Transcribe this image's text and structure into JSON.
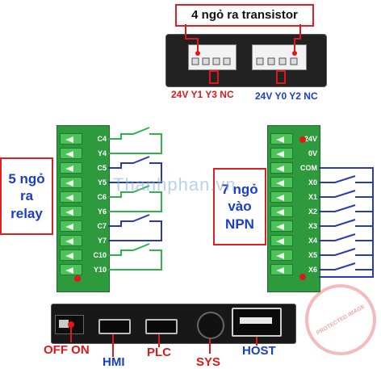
{
  "transistor": {
    "title": "4 ngỏ ra transistor",
    "left_label": "24V Y1 Y3 NC",
    "right_label": "24V Y0 Y2 NC"
  },
  "relay": {
    "box_line1": "5 ngỏ",
    "box_line2": "ra",
    "box_line3": "relay",
    "pins": [
      "C4",
      "Y4",
      "C5",
      "Y5",
      "C6",
      "Y6",
      "C7",
      "Y7",
      "C10",
      "Y10"
    ]
  },
  "npn": {
    "box_line1": "7 ngỏ",
    "box_line2": "vào",
    "box_line3": "NPN",
    "pins": [
      "24V",
      "0V",
      "COM",
      "X0",
      "X1",
      "X2",
      "X3",
      "X4",
      "X5",
      "X6"
    ]
  },
  "bottom": {
    "switch_label": "OFF ON",
    "hmi_label": "HMI",
    "plc_label": "PLC",
    "sys_label": "SYS",
    "host_label": "HOST"
  },
  "watermark": {
    "text": "Thanhphan.vn",
    "stamp": "PROTECTED IMAGE"
  },
  "colors": {
    "red": "#e01818",
    "blue": "#1a3ec8",
    "terminal_green": "#2e9a3e",
    "relay_wire": "#2db34a",
    "npn_wire": "#2a3ab0"
  }
}
